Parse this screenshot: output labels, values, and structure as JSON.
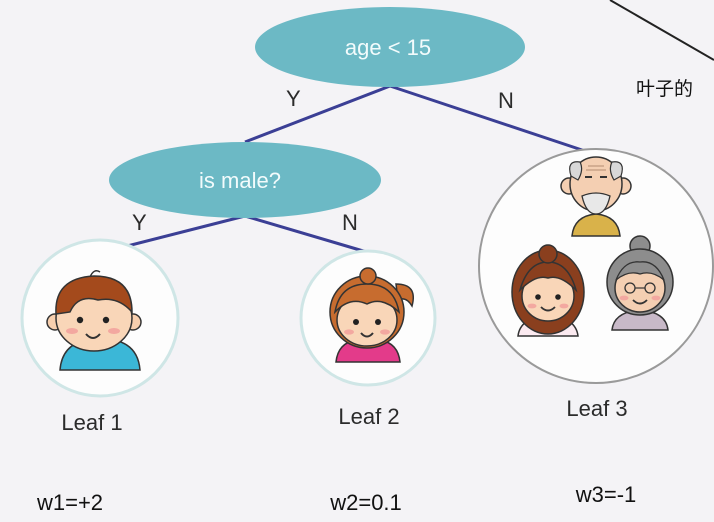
{
  "tree": {
    "root": {
      "label": "age < 15"
    },
    "internal": {
      "label": "is male?"
    },
    "edges": {
      "root_yes": "Y",
      "root_no": "N",
      "internal_yes": "Y",
      "internal_no": "N"
    }
  },
  "leaves": [
    {
      "label": "Leaf 1",
      "weight": "w1=+2",
      "members": [
        "boy-icon"
      ]
    },
    {
      "label": "Leaf 2",
      "weight": "w2=0.1",
      "members": [
        "girl-icon"
      ]
    },
    {
      "label": "Leaf 3",
      "weight": "w3=-1",
      "members": [
        "grandpa-icon",
        "woman-icon",
        "grandma-icon"
      ]
    }
  ],
  "side_note": "叶子的",
  "colors": {
    "node_fill": "#6cb9c5",
    "edge": "#3b3f95",
    "leaf_ring_small": "#cfe6e6",
    "leaf_ring_large": "#9a9a9a"
  }
}
